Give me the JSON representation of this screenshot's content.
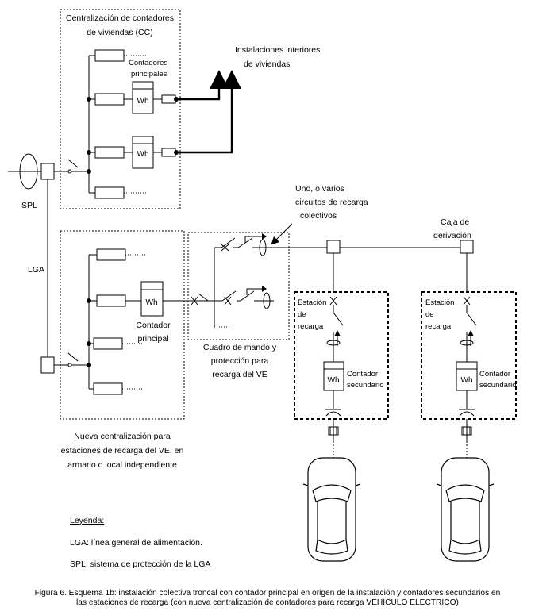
{
  "diagram": {
    "cc_title_1": "Centralización de contadores",
    "cc_title_2": "de viviendas (CC)",
    "contadores_1": "Contadores",
    "contadores_2": "principales",
    "inst_1": "Instalaciones interiores",
    "inst_2": "de viviendas",
    "spl": "SPL",
    "lga": "LGA",
    "circ_1": "Uno, o varios",
    "circ_2": "circuitos de recarga",
    "circ_3": "colectivos",
    "caja_1": "Caja de",
    "caja_2": "derivación",
    "contador_principal_1": "Contador",
    "contador_principal_2": "principal",
    "cuadro_1": "Cuadro de mando y",
    "cuadro_2": "protección para",
    "cuadro_3": "recarga del VE",
    "estacion_1": "Estación",
    "estacion_2": "de",
    "estacion_3": "recarga",
    "sec_1": "Contador",
    "sec_2": "secundario",
    "wh": "Wh",
    "nueva_1": "Nueva centralización para",
    "nueva_2": "estaciones de recarga del VE, en",
    "nueva_3": "armario o local independiente"
  },
  "legend": {
    "title": "Leyenda:",
    "lga": "LGA: línea general de alimentación.",
    "spl": "SPL: sistema de protección de la LGA"
  },
  "caption": {
    "line1": "Figura 6. Esquema 1b: instalación colectiva troncal con contador principal en origen de la instalación y contadores secundarios en",
    "line2": "las estaciones de recarga (con nueva centralización de contadores para recarga VEHÍCULO ELÉCTRICO)"
  }
}
